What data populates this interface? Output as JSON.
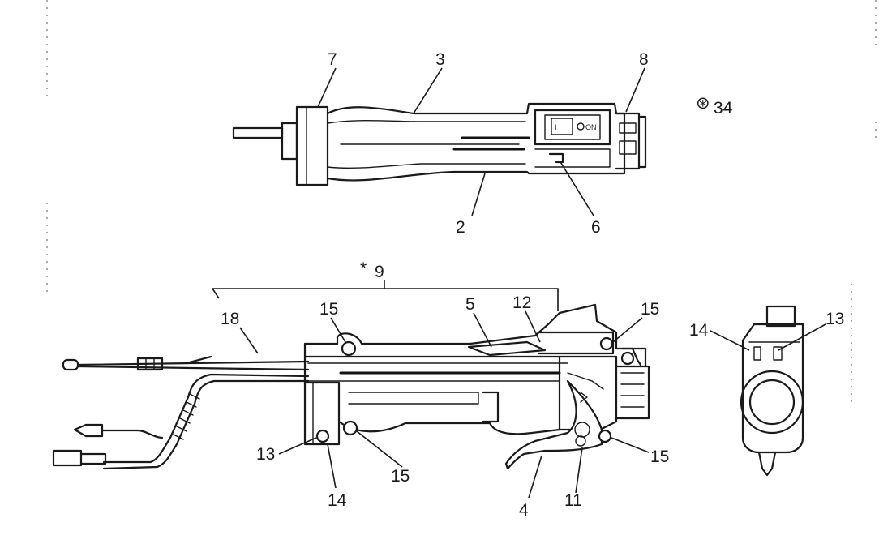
{
  "labels": {
    "l2": "2",
    "l3": "3",
    "l4": "4",
    "l6": "6",
    "l7": "7",
    "l8": "8",
    "l9": "9",
    "l11": "11",
    "l12": "12",
    "l13a": "13",
    "l13b": "13",
    "l14a": "14",
    "l14b": "14",
    "l15a": "15",
    "l15b": "15",
    "l15c": "15",
    "l15d": "15",
    "l18": "18",
    "l34": "34"
  },
  "markers": {
    "asterisk": "*",
    "circled_asterisk": "⊛"
  },
  "switch_plate": {
    "left_text": "I",
    "right_text": "ON"
  }
}
